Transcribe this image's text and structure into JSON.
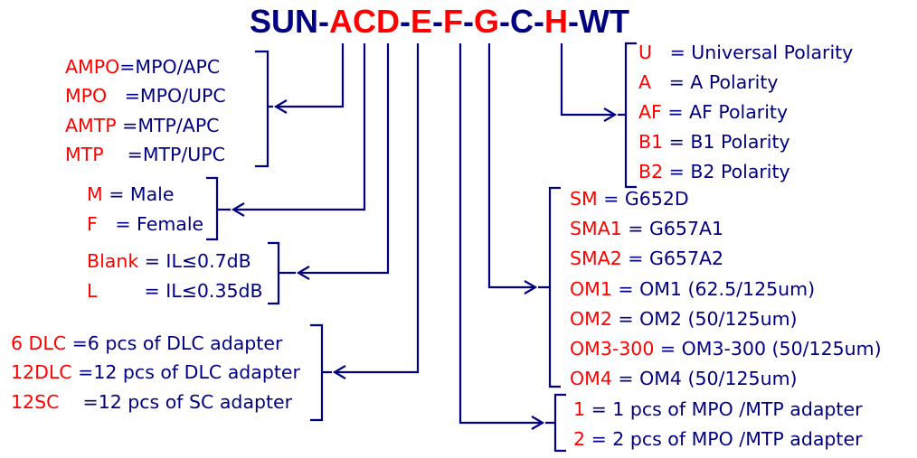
{
  "colors": {
    "navy": "#000080",
    "red": "#ff0000"
  },
  "title": {
    "parts": [
      {
        "text": "SUN-",
        "role": "fixed"
      },
      {
        "text": "ACD",
        "role": "variable"
      },
      {
        "text": "-",
        "role": "fixed"
      },
      {
        "text": "E",
        "role": "variable"
      },
      {
        "text": "-",
        "role": "fixed"
      },
      {
        "text": "F",
        "role": "variable"
      },
      {
        "text": "-",
        "role": "fixed"
      },
      {
        "text": "G",
        "role": "variable"
      },
      {
        "text": "-C-",
        "role": "fixed"
      },
      {
        "text": "H",
        "role": "variable"
      },
      {
        "text": "-WT",
        "role": "fixed"
      }
    ]
  },
  "groups": {
    "connector": {
      "field": "A",
      "items": [
        {
          "code": "AMPO",
          "sep": "=",
          "desc": "MPO/APC"
        },
        {
          "code": "MPO",
          "sep": "   =",
          "desc": "MPO/UPC"
        },
        {
          "code": "AMTP",
          "sep": " =",
          "desc": "MTP/APC"
        },
        {
          "code": "MTP",
          "sep": "    =",
          "desc": "MTP/UPC"
        }
      ]
    },
    "gender": {
      "field": "C",
      "items": [
        {
          "code": "M",
          "sep": " = ",
          "desc": "Male"
        },
        {
          "code": "F",
          "sep": "   = ",
          "desc": "Female"
        }
      ]
    },
    "loss": {
      "field": "D",
      "items": [
        {
          "code": "Blank",
          "sep": " = ",
          "desc": "IL≤0.7dB"
        },
        {
          "code": "L",
          "sep": "        = ",
          "desc": "IL≤0.35dB"
        }
      ]
    },
    "adapter": {
      "field": "E",
      "items": [
        {
          "code": "6 DLC",
          "sep": " =",
          "desc": "6 pcs of DLC adapter"
        },
        {
          "code": "12DLC",
          "sep": " =",
          "desc": "12 pcs of DLC adapter"
        },
        {
          "code": "12SC",
          "sep": "    =",
          "desc": "12 pcs of SC adapter"
        }
      ]
    },
    "polarity": {
      "field": "H",
      "items": [
        {
          "code": "U",
          "sep": "   = ",
          "desc": "Universal Polarity"
        },
        {
          "code": "A",
          "sep": "   = ",
          "desc": "A Polarity"
        },
        {
          "code": "AF",
          "sep": " = ",
          "desc": "AF Polarity"
        },
        {
          "code": "B1",
          "sep": " = ",
          "desc": "B1 Polarity"
        },
        {
          "code": "B2",
          "sep": " = ",
          "desc": "B2 Polarity"
        }
      ]
    },
    "fiber": {
      "field": "G",
      "items": [
        {
          "code": "SM",
          "sep": " = ",
          "desc": "G652D"
        },
        {
          "code": "SMA1",
          "sep": " = ",
          "desc": "G657A1"
        },
        {
          "code": "SMA2",
          "sep": " = ",
          "desc": "G657A2"
        },
        {
          "code": "OM1",
          "sep": " = ",
          "desc": "OM1 (62.5/125um)"
        },
        {
          "code": "OM2",
          "sep": " = ",
          "desc": "OM2 (50/125um)"
        },
        {
          "code": "OM3-300",
          "sep": " = ",
          "desc": "OM3-300 (50/125um)"
        },
        {
          "code": "OM4",
          "sep": " = ",
          "desc": "OM4 (50/125um)"
        }
      ]
    },
    "mpo_adapter": {
      "field": "F",
      "items": [
        {
          "code": "1",
          "sep": " = ",
          "desc": "1 pcs of MPO /MTP adapter"
        },
        {
          "code": "2",
          "sep": " = ",
          "desc": "2 pcs of MPO /MTP adapter"
        }
      ]
    }
  }
}
